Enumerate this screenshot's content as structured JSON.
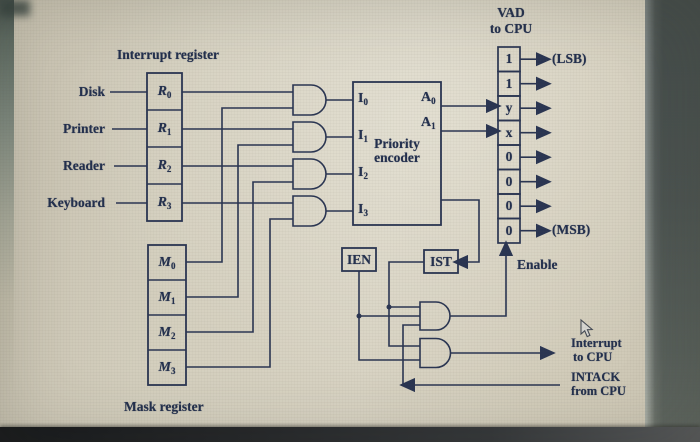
{
  "colors": {
    "ink": "#2a3552",
    "paper": "#d4cfbe",
    "side_band": "#8d9492",
    "bottom_bar": "#232528"
  },
  "interrupt_register": {
    "title": "Interrupt register",
    "cells": [
      {
        "base": "R",
        "sub": "0"
      },
      {
        "base": "R",
        "sub": "1"
      },
      {
        "base": "R",
        "sub": "2"
      },
      {
        "base": "R",
        "sub": "3"
      }
    ]
  },
  "devices": [
    "Disk",
    "Printer",
    "Reader",
    "Keyboard"
  ],
  "mask_register": {
    "title": "Mask register",
    "cells": [
      {
        "base": "M",
        "sub": "0"
      },
      {
        "base": "M",
        "sub": "1"
      },
      {
        "base": "M",
        "sub": "2"
      },
      {
        "base": "M",
        "sub": "3"
      }
    ]
  },
  "encoder": {
    "title_line1": "Priority",
    "title_line2": "encoder",
    "inputs": [
      {
        "base": "I",
        "sub": "0"
      },
      {
        "base": "I",
        "sub": "1"
      },
      {
        "base": "I",
        "sub": "2"
      },
      {
        "base": "I",
        "sub": "3"
      }
    ],
    "outputs": [
      {
        "base": "A",
        "sub": "0"
      },
      {
        "base": "A",
        "sub": "1"
      }
    ]
  },
  "vad": {
    "title_line1": "VAD",
    "title_line2": "to CPU",
    "cells": [
      "1",
      "1",
      "y",
      "x",
      "0",
      "0",
      "0",
      "0"
    ],
    "lsb_label": "(LSB)",
    "msb_label": "(MSB)"
  },
  "flags": {
    "ien": "IEN",
    "ist": "IST"
  },
  "labels": {
    "enable": "Enable",
    "interrupt_line1": "Interrupt",
    "interrupt_line2": "to CPU",
    "intack_line1": "INTACK",
    "intack_line2": "from CPU"
  }
}
